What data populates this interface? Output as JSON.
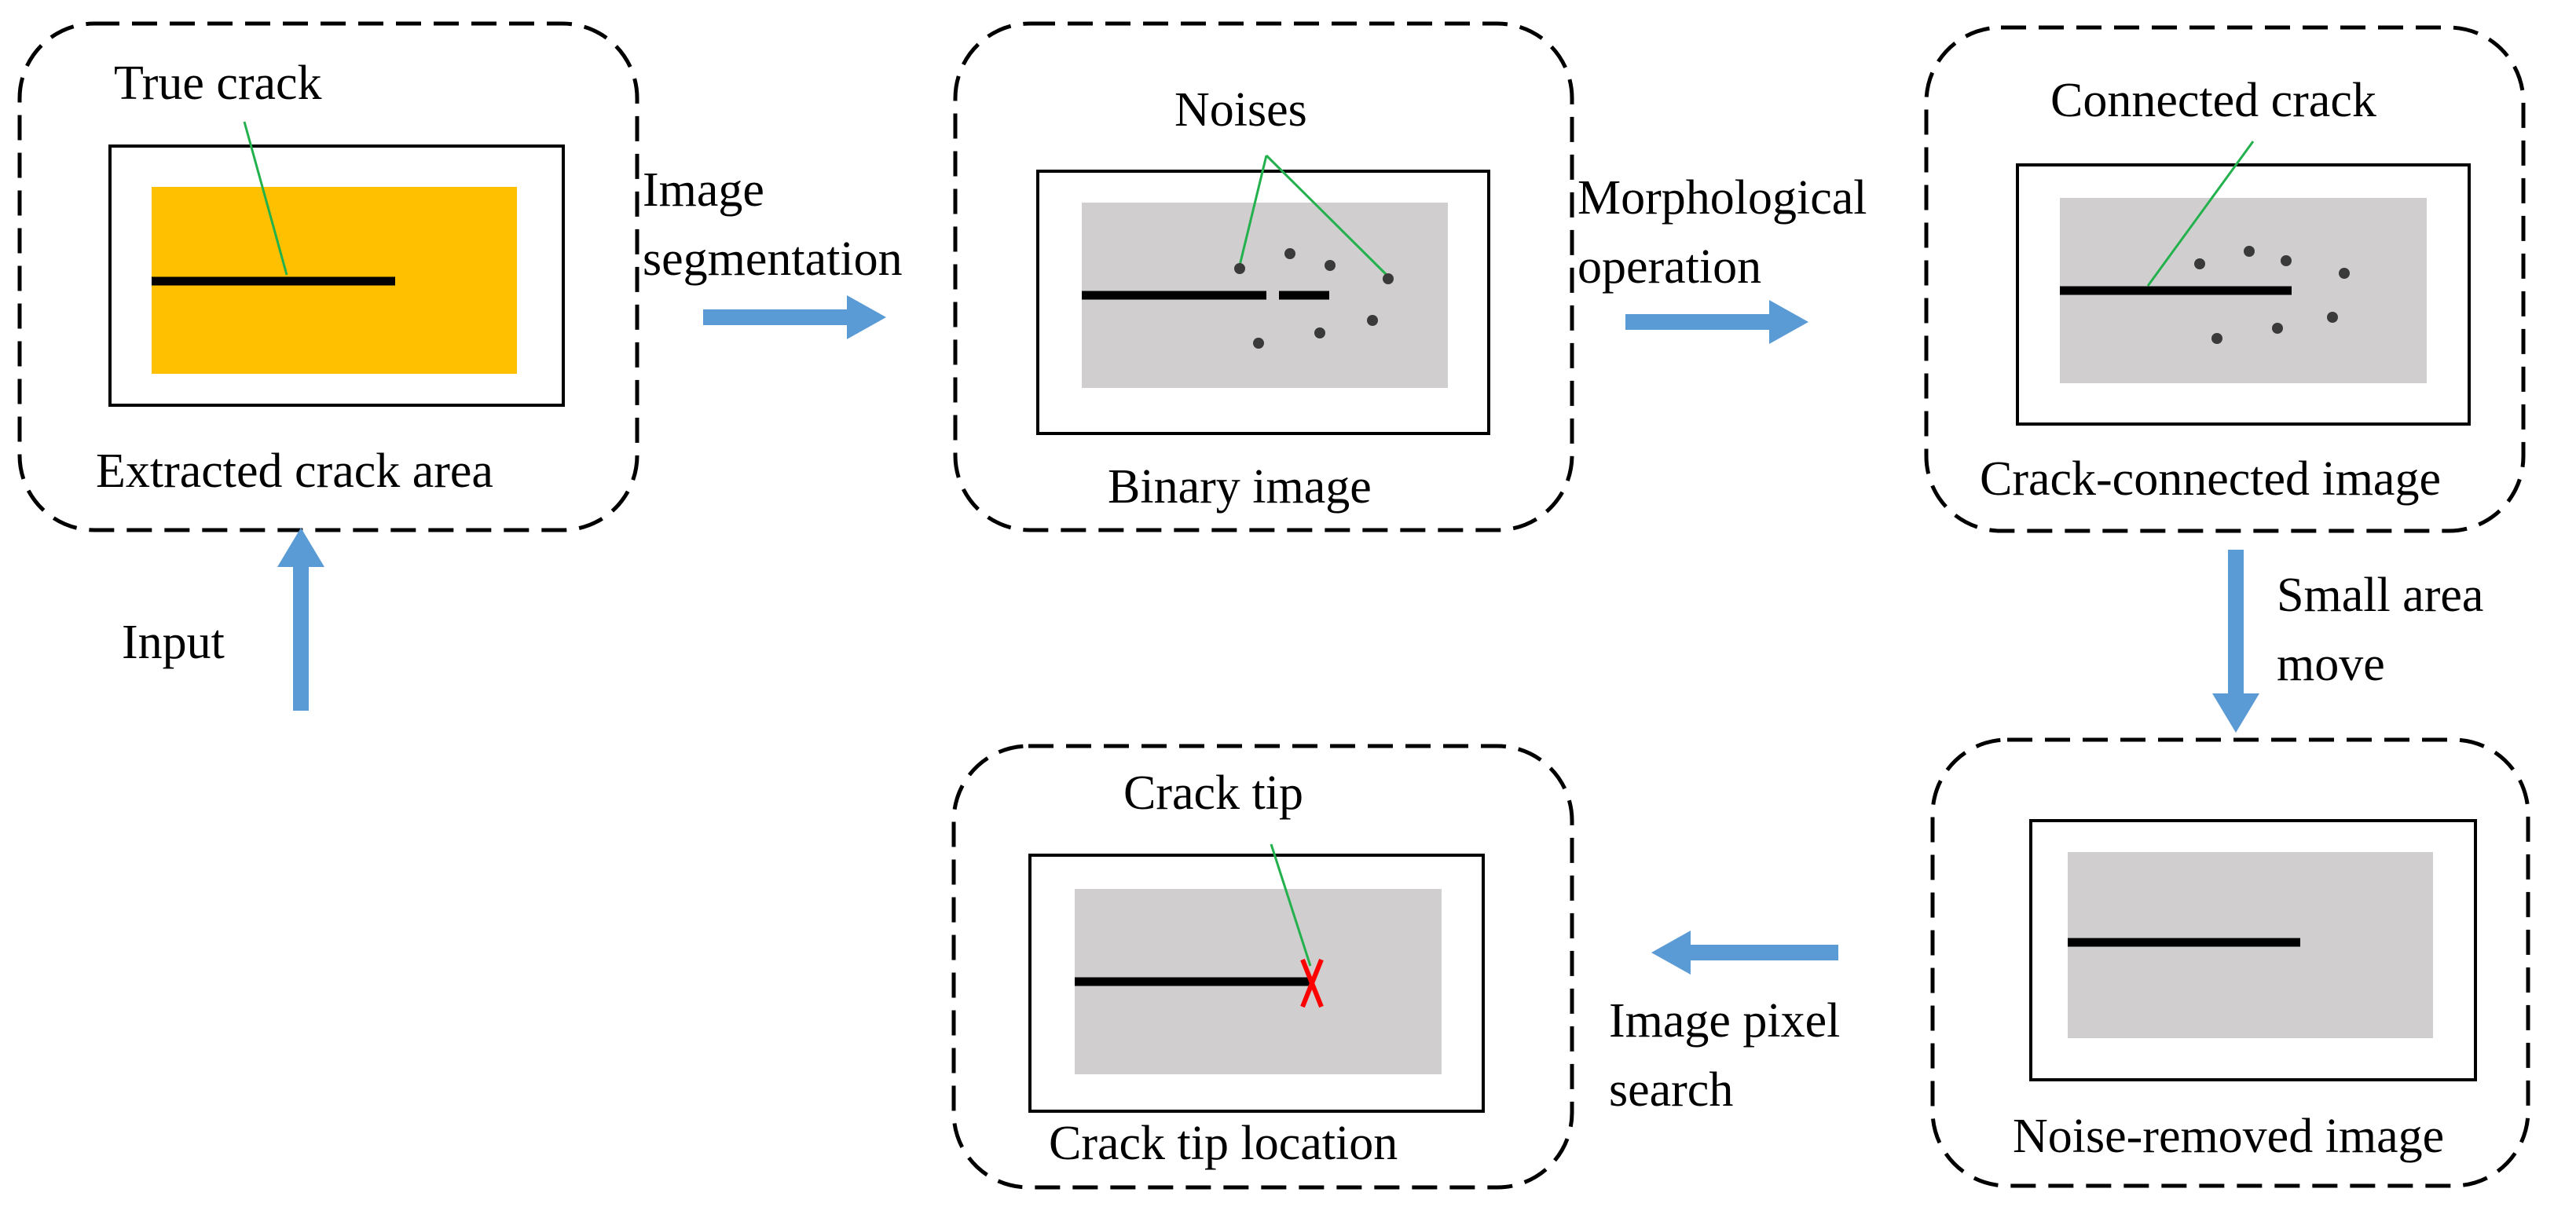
{
  "colors": {
    "crack_area_fill": "#FFC000",
    "binary_background": "#D0CECE",
    "crack_line": "#000000",
    "arrow": "#5B9BD5",
    "leader_line": "#22B14C",
    "tip_marker": "#FF0000",
    "noise_dot": "#3A3A3A"
  },
  "stages": {
    "extracted": {
      "caption": "Extracted crack area",
      "callout": "True crack"
    },
    "binary": {
      "caption": "Binary image",
      "callout": "Noises"
    },
    "connected": {
      "caption": "Crack-connected image",
      "callout": "Connected crack"
    },
    "noise_removed": {
      "caption": "Noise-removed image"
    },
    "tip_location": {
      "caption": "Crack tip location",
      "callout": "Crack tip"
    }
  },
  "steps": {
    "input": "Input",
    "segmentation": [
      "Image",
      "segmentation"
    ],
    "morphology": [
      "Morphological",
      "operation"
    ],
    "small_area": [
      "Small area",
      "move"
    ],
    "pixel_search": [
      "Image pixel",
      "search"
    ]
  },
  "icons": {
    "arrow": "arrow-icon",
    "noise": "noise-dot-icon",
    "tip": "cross-marker-icon"
  }
}
